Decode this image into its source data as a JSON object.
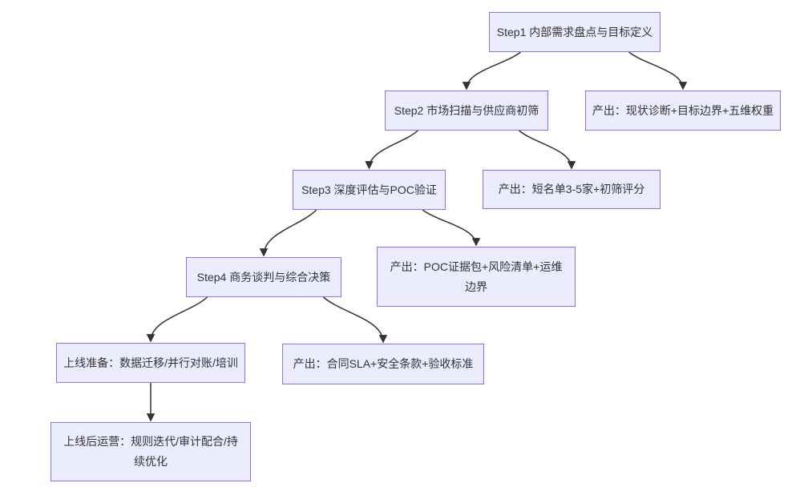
{
  "diagram": {
    "type": "flowchart",
    "background_color": "#ffffff",
    "node_fill_color": "#ECECFF",
    "node_border_color": "#9370DB",
    "edge_color": "#333333",
    "text_color": "#333333",
    "nodes": [
      {
        "id": "step1",
        "label": "Step1 内部需求盘点与目标定义"
      },
      {
        "id": "step2",
        "label": "Step2 市场扫描与供应商初筛"
      },
      {
        "id": "out1",
        "label": "产出：现状诊断+目标边界+五维权重"
      },
      {
        "id": "step3",
        "label": "Step3 深度评估与POC验证"
      },
      {
        "id": "out2",
        "label": "产出：短名单3-5家+初筛评分"
      },
      {
        "id": "step4",
        "label": "Step4 商务谈判与综合决策"
      },
      {
        "id": "out3",
        "label": "产出：POC证据包+风险清单+运维边界"
      },
      {
        "id": "ready",
        "label": "上线准备：数据迁移/并行对账/培训"
      },
      {
        "id": "out4",
        "label": "产出：合同SLA+安全条款+验收标准"
      },
      {
        "id": "ops",
        "label": "上线后运营：规则迭代/审计配合/持续优化"
      }
    ],
    "edges": [
      {
        "from": "step1",
        "to": "step2"
      },
      {
        "from": "step1",
        "to": "out1"
      },
      {
        "from": "step2",
        "to": "step3"
      },
      {
        "from": "step2",
        "to": "out2"
      },
      {
        "from": "step3",
        "to": "step4"
      },
      {
        "from": "step3",
        "to": "out3"
      },
      {
        "from": "step4",
        "to": "ready"
      },
      {
        "from": "step4",
        "to": "out4"
      },
      {
        "from": "ready",
        "to": "ops"
      }
    ]
  }
}
